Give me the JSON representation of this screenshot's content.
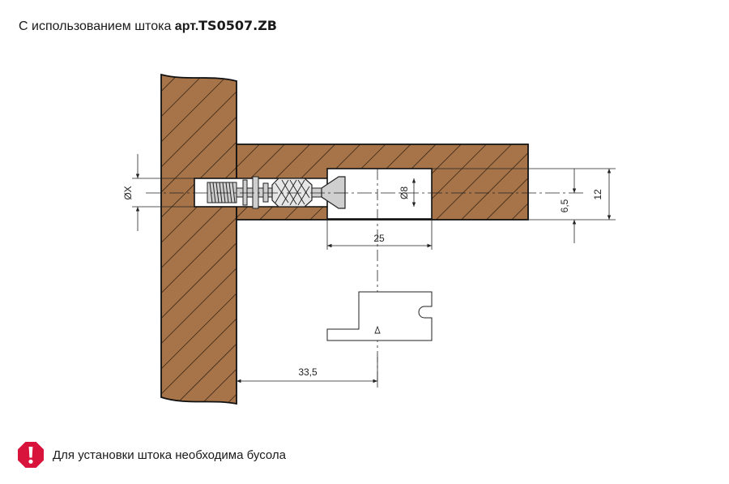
{
  "header": {
    "text": "С использованием штока ",
    "art_prefix": "арт.",
    "article_code": "TS0507.ZB"
  },
  "dimensions": {
    "diameter_x": "ØX",
    "diameter_8": "Ø8",
    "width_25": "25",
    "height_6_5": "6,5",
    "height_12": "12",
    "distance_33_5": "33,5"
  },
  "note": {
    "icon": "exclamation-warning-icon",
    "text": "Для установки штока необходима бусола"
  },
  "colors": {
    "wood": "#a67448",
    "hatch": "#2a1a10",
    "warning": "#d8143c"
  }
}
